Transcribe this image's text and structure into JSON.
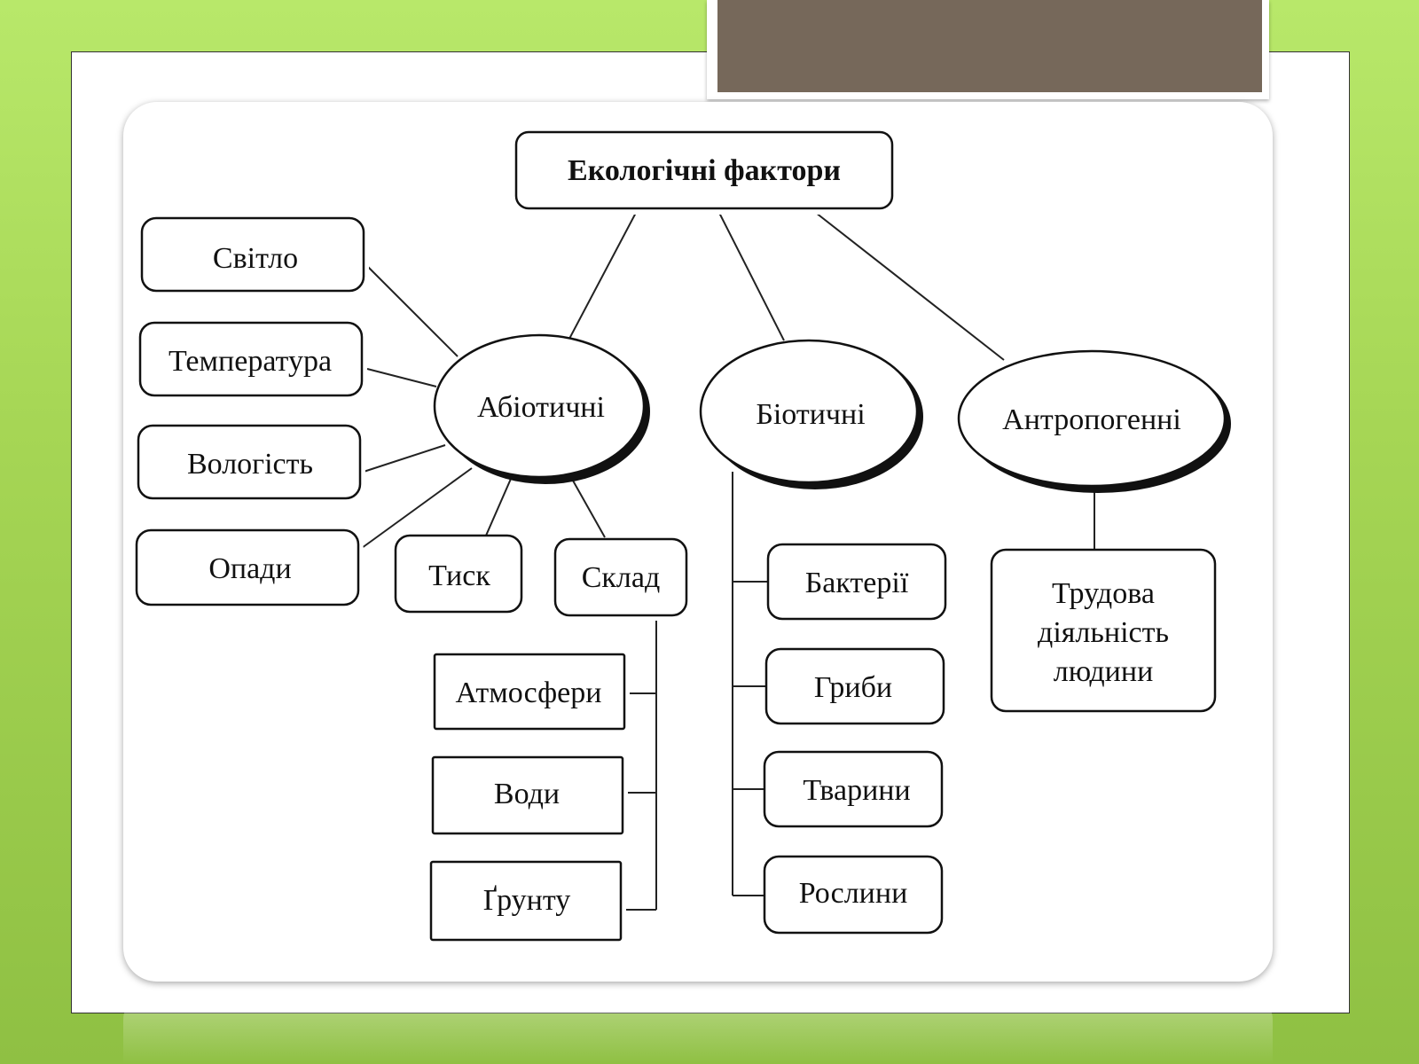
{
  "diagram": {
    "root": "Екологічні фактори",
    "groups": {
      "abiotic": "Абіотичні",
      "biotic": "Біотичні",
      "anthropogenic": "Антропогенні"
    },
    "abiotic_items": [
      "Світло",
      "Температура",
      "Вологість",
      "Опади",
      "Тиск",
      "Склад"
    ],
    "composition_items": [
      "Атмосфери",
      "Води",
      "Ґрунту"
    ],
    "biotic_items": [
      "Бактерії",
      "Гриби",
      "Тварини",
      "Рослини"
    ],
    "anthropogenic_items": [
      "Трудова",
      "діяльність",
      "людини"
    ]
  }
}
